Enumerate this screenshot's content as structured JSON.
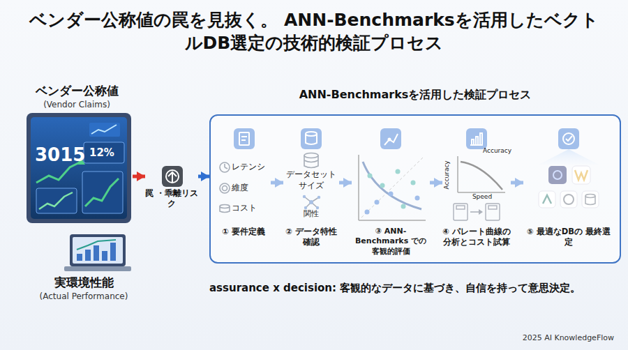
{
  "diagram": {
    "title": "ベンダー公称値の罠を見抜く。 ANN-Benchmarksを活用したベクトルDB選定の技術的検証プロセス",
    "nodes": [
      {
        "text": [
          "ベンダー公称値",
          "(Vendor Claims)"
        ]
      },
      {
        "text": [
          "罠 ・乖離リスク"
        ]
      },
      {
        "text": [
          "実環境性能",
          "(Actual Performance)"
        ]
      },
      {
        "text": [
          "ANN-Benchmarksを活用した検証プロセス"
        ]
      },
      {
        "text": [
          "レテンシ",
          "維度",
          "コスト",
          "① 要件定義"
        ],
        "in": 3
      },
      {
        "text": [
          "データセット サイズ",
          "関性",
          "② データ特性確認"
        ],
        "in": 3
      },
      {
        "text": [
          "③ ANN-Benchmarks での客観的評価"
        ],
        "in": 3
      },
      {
        "text": [
          "Accuracy",
          "Accuracy",
          "Speed",
          "④ パレート曲線の 分析とコスト試算"
        ],
        "in": 3
      },
      {
        "text": [
          "⑤ 最適なDBの 最終選定"
        ],
        "in": 3
      }
    ],
    "edges": [
      {
        "from": 0,
        "to": 1,
        "arrow": "to"
      },
      {
        "from": 1,
        "to": 3,
        "arrow": "to"
      },
      {
        "from": 4,
        "to": 5,
        "arrow": "to"
      },
      {
        "from": 5,
        "to": 6,
        "arrow": "to"
      },
      {
        "from": 6,
        "to": 7,
        "arrow": "to"
      },
      {
        "from": 7,
        "to": 8,
        "arrow": "to"
      }
    ],
    "labels": [
      "3015",
      "12%",
      "assurance x decision: 客観的なデータに基づき、自信を持って意思決定。",
      "2025 AI KnowledgeFlow"
    ]
  }
}
